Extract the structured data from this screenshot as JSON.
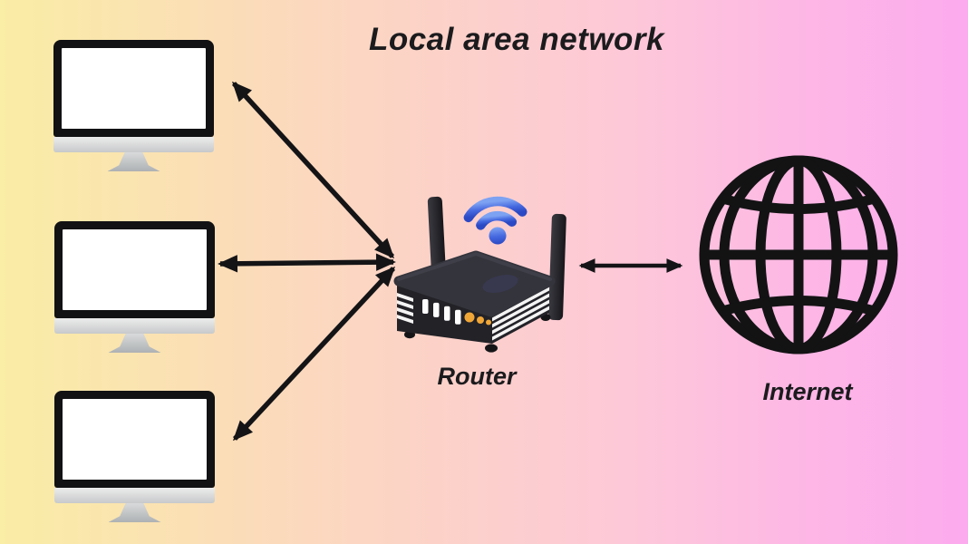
{
  "title": "Local area network",
  "router": {
    "label": "Router"
  },
  "internet": {
    "label": "Internet"
  },
  "computers": {
    "count": 3,
    "icon": "desktop-monitor-icon"
  },
  "icons": [
    "desktop-monitor-icon",
    "router-icon",
    "wifi-icon",
    "globe-icon",
    "double-headed-arrow"
  ],
  "connections": [
    {
      "from": "computer-1",
      "to": "router",
      "bidirectional": true
    },
    {
      "from": "computer-2",
      "to": "router",
      "bidirectional": true
    },
    {
      "from": "computer-3",
      "to": "router",
      "bidirectional": true
    },
    {
      "from": "router",
      "to": "internet",
      "bidirectional": true
    }
  ],
  "colors": {
    "background_left": "#FAEDA5",
    "background_right": "#FCABEE",
    "line_black": "#141416",
    "wifi_blue": "#3E63DE",
    "led_orange": "#F0A636",
    "monitor_gray": "#C9CCCE",
    "router_body": "#2B2B31"
  }
}
